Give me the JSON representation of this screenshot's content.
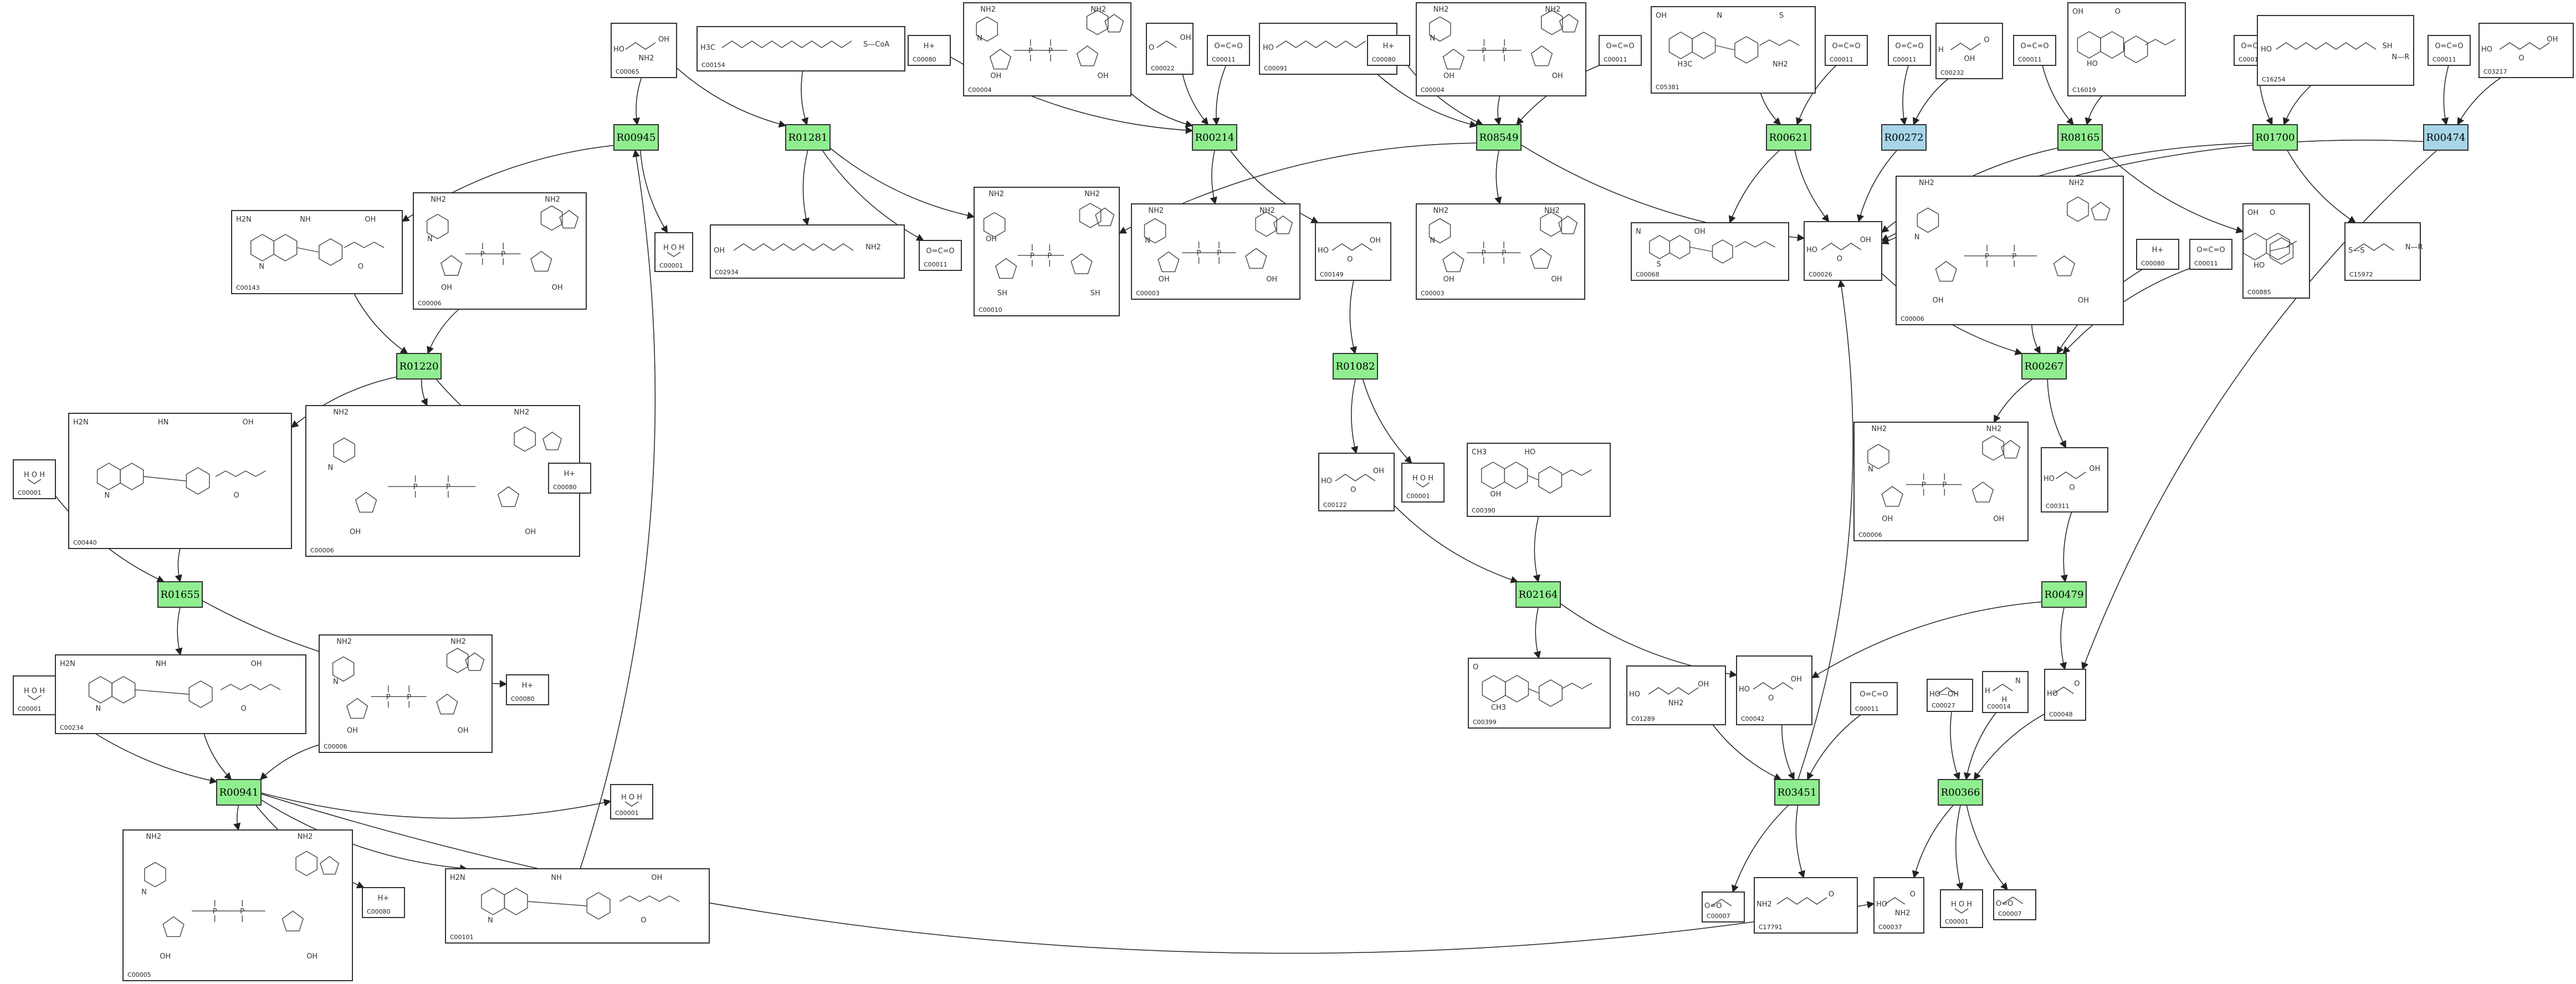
{
  "colors": {
    "reaction_default": "#90ee90",
    "reaction_highlight": "#a8d5e8",
    "edge": "#222222",
    "box_border": "#333333"
  },
  "reactions": [
    {
      "id": "R00945",
      "style": "green"
    },
    {
      "id": "R01281",
      "style": "green"
    },
    {
      "id": "R00214",
      "style": "green"
    },
    {
      "id": "R08549",
      "style": "green"
    },
    {
      "id": "R00621",
      "style": "green"
    },
    {
      "id": "R00272",
      "style": "blue"
    },
    {
      "id": "R08165",
      "style": "green"
    },
    {
      "id": "R01700",
      "style": "green"
    },
    {
      "id": "R00474",
      "style": "blue"
    },
    {
      "id": "R01220",
      "style": "green"
    },
    {
      "id": "R01082",
      "style": "green"
    },
    {
      "id": "R00267",
      "style": "green"
    },
    {
      "id": "R01655",
      "style": "green"
    },
    {
      "id": "R02164",
      "style": "green"
    },
    {
      "id": "R00479",
      "style": "green"
    },
    {
      "id": "R00941",
      "style": "green"
    },
    {
      "id": "R03451",
      "style": "green"
    },
    {
      "id": "R00366",
      "style": "green"
    }
  ],
  "compounds": [
    {
      "key": "c1",
      "id": "C00065",
      "kind": "aminoacid",
      "atoms": [
        "HO",
        "OH",
        "NH2"
      ]
    },
    {
      "key": "c2",
      "id": "C00154",
      "kind": "chain",
      "atoms": [
        "H3C",
        "S—CoA"
      ]
    },
    {
      "key": "c3",
      "id": "C00080",
      "kind": "proton",
      "atoms": [
        "H+"
      ]
    },
    {
      "key": "c4",
      "id": "C00004",
      "kind": "nucleotide",
      "atoms": [
        "NH2",
        "N",
        "O",
        "HO",
        "OH"
      ]
    },
    {
      "key": "c5",
      "id": "C00022",
      "kind": "small",
      "atoms": [
        "O",
        "OH"
      ]
    },
    {
      "key": "c6",
      "id": "C00011",
      "kind": "co2",
      "atoms": [
        "O=C=O"
      ]
    },
    {
      "key": "c7",
      "id": "C00091",
      "kind": "chain",
      "atoms": [
        "HO",
        "S—CoA"
      ]
    },
    {
      "key": "c8",
      "id": "C00080",
      "kind": "proton",
      "atoms": [
        "H+"
      ]
    },
    {
      "key": "c9",
      "id": "C00004",
      "kind": "nucleotide",
      "atoms": [
        "NH2",
        "N",
        "O",
        "HO",
        "OH"
      ]
    },
    {
      "key": "c10",
      "id": "C00011",
      "kind": "co2",
      "atoms": [
        "O=C=O"
      ]
    },
    {
      "key": "c11",
      "id": "C05381",
      "kind": "ring",
      "atoms": [
        "OH",
        "H3C",
        "N",
        "S",
        "NH2"
      ]
    },
    {
      "key": "c12",
      "id": "C00011",
      "kind": "co2",
      "atoms": [
        "O=C=O"
      ]
    },
    {
      "key": "c13",
      "id": "C00011",
      "kind": "co2",
      "atoms": [
        "O=C=O"
      ]
    },
    {
      "key": "c14",
      "id": "C00232",
      "kind": "small",
      "atoms": [
        "H",
        "O",
        "OH"
      ]
    },
    {
      "key": "c15",
      "id": "C00011",
      "kind": "co2",
      "atoms": [
        "O=C=O"
      ]
    },
    {
      "key": "c16",
      "id": "C16019",
      "kind": "ring",
      "atoms": [
        "OH",
        "HO",
        "O"
      ]
    },
    {
      "key": "c17",
      "id": "C00011",
      "kind": "co2",
      "atoms": [
        "O=C=O"
      ]
    },
    {
      "key": "c18",
      "id": "C16254",
      "kind": "chain",
      "atoms": [
        "HO",
        "SH",
        "N—R"
      ]
    },
    {
      "key": "c19",
      "id": "C00011",
      "kind": "co2",
      "atoms": [
        "O=C=O"
      ]
    },
    {
      "key": "c20",
      "id": "C03217",
      "kind": "small",
      "atoms": [
        "HO",
        "OH",
        "O"
      ]
    },
    {
      "key": "c21",
      "id": "C00143",
      "kind": "ring",
      "atoms": [
        "H2N",
        "N",
        "NH",
        "OH",
        "O"
      ]
    },
    {
      "key": "c22",
      "id": "C00006",
      "kind": "nucleotide",
      "atoms": [
        "NH2",
        "N",
        "O",
        "OH"
      ]
    },
    {
      "key": "c23",
      "id": "C00001",
      "kind": "water",
      "atoms": [
        "H",
        "O",
        "H"
      ]
    },
    {
      "key": "c24",
      "id": "C02934",
      "kind": "chain",
      "atoms": [
        "OH",
        "NH2"
      ]
    },
    {
      "key": "c25",
      "id": "C00011",
      "kind": "co2",
      "atoms": [
        "O=C=O"
      ]
    },
    {
      "key": "c26",
      "id": "C00010",
      "kind": "nucleotide",
      "atoms": [
        "NH2",
        "OH",
        "SH"
      ]
    },
    {
      "key": "c27",
      "id": "C00003",
      "kind": "nucleotide",
      "atoms": [
        "NH2",
        "N",
        "O",
        "OH"
      ]
    },
    {
      "key": "c28",
      "id": "C00149",
      "kind": "small",
      "atoms": [
        "HO",
        "OH",
        "O"
      ]
    },
    {
      "key": "c29",
      "id": "C00003",
      "kind": "nucleotide",
      "atoms": [
        "NH2",
        "N",
        "O",
        "OH"
      ]
    },
    {
      "key": "c30",
      "id": "C00068",
      "kind": "ring",
      "atoms": [
        "N",
        "S",
        "OH"
      ]
    },
    {
      "key": "c31",
      "id": "C00026",
      "kind": "small",
      "atoms": [
        "HO",
        "OH",
        "O"
      ]
    },
    {
      "key": "c32",
      "id": "C00006",
      "kind": "nucleotide",
      "atoms": [
        "NH2",
        "N",
        "O",
        "OH"
      ]
    },
    {
      "key": "c33",
      "id": "C00080",
      "kind": "proton",
      "atoms": [
        "H+"
      ]
    },
    {
      "key": "c34",
      "id": "C00011",
      "kind": "co2",
      "atoms": [
        "O=C=O"
      ]
    },
    {
      "key": "c35",
      "id": "C00885",
      "kind": "ring",
      "atoms": [
        "OH",
        "HO",
        "O"
      ]
    },
    {
      "key": "c36",
      "id": "C15972",
      "kind": "chain",
      "atoms": [
        "S—S",
        "N—R"
      ]
    },
    {
      "key": "c37",
      "id": "C00440",
      "kind": "ring",
      "atoms": [
        "H2N",
        "N",
        "HN",
        "OH",
        "O"
      ]
    },
    {
      "key": "c38",
      "id": "C00006",
      "kind": "nucleotide",
      "atoms": [
        "NH2",
        "N",
        "O",
        "OH"
      ]
    },
    {
      "key": "c39",
      "id": "C00080",
      "kind": "proton",
      "atoms": [
        "H+"
      ]
    },
    {
      "key": "c40",
      "id": "C00001",
      "kind": "water",
      "atoms": [
        "H",
        "O",
        "H"
      ]
    },
    {
      "key": "c41",
      "id": "C00122",
      "kind": "small",
      "atoms": [
        "HO",
        "OH",
        "O"
      ]
    },
    {
      "key": "c42",
      "id": "C00001",
      "kind": "water",
      "atoms": [
        "H",
        "O",
        "H"
      ]
    },
    {
      "key": "c43",
      "id": "C00390",
      "kind": "ring",
      "atoms": [
        "CH3",
        "OH",
        "HO"
      ]
    },
    {
      "key": "c44",
      "id": "C00006",
      "kind": "nucleotide",
      "atoms": [
        "NH2",
        "N",
        "O",
        "OH"
      ]
    },
    {
      "key": "c45",
      "id": "C00311",
      "kind": "small",
      "atoms": [
        "HO",
        "OH",
        "O"
      ]
    },
    {
      "key": "c46",
      "id": "C00001",
      "kind": "water",
      "atoms": [
        "H",
        "O",
        "H"
      ]
    },
    {
      "key": "c47",
      "id": "C00234",
      "kind": "ring",
      "atoms": [
        "H2N",
        "N",
        "NH",
        "OH",
        "O"
      ]
    },
    {
      "key": "c48",
      "id": "C00006",
      "kind": "nucleotide",
      "atoms": [
        "NH2",
        "N",
        "O",
        "OH"
      ]
    },
    {
      "key": "c49",
      "id": "C00080",
      "kind": "proton",
      "atoms": [
        "H+"
      ]
    },
    {
      "key": "c50",
      "id": "C00399",
      "kind": "ring",
      "atoms": [
        "O",
        "CH3"
      ]
    },
    {
      "key": "c51",
      "id": "C01289",
      "kind": "small",
      "atoms": [
        "HO",
        "OH",
        "NH2"
      ]
    },
    {
      "key": "c52",
      "id": "C00042",
      "kind": "small",
      "atoms": [
        "HO",
        "OH",
        "O"
      ]
    },
    {
      "key": "c53",
      "id": "C00011",
      "kind": "co2",
      "atoms": [
        "O=C=O"
      ]
    },
    {
      "key": "c54",
      "id": "C00027",
      "kind": "small",
      "atoms": [
        "HO—OH"
      ]
    },
    {
      "key": "c55",
      "id": "C00014",
      "kind": "small",
      "atoms": [
        "H",
        "N",
        "H"
      ]
    },
    {
      "key": "c56",
      "id": "C00048",
      "kind": "small",
      "atoms": [
        "HO",
        "O"
      ]
    },
    {
      "key": "c57",
      "id": "C00001",
      "kind": "water",
      "atoms": [
        "H",
        "O",
        "H"
      ]
    },
    {
      "key": "c58",
      "id": "C00005",
      "kind": "nucleotide",
      "atoms": [
        "NH2",
        "N",
        "O",
        "OH"
      ]
    },
    {
      "key": "c59",
      "id": "C00080",
      "kind": "proton",
      "atoms": [
        "H+"
      ]
    },
    {
      "key": "c60",
      "id": "C00101",
      "kind": "ring",
      "atoms": [
        "H2N",
        "N",
        "NH",
        "OH",
        "O"
      ]
    },
    {
      "key": "c61",
      "id": "C00007",
      "kind": "small",
      "atoms": [
        "O=O"
      ]
    },
    {
      "key": "c62",
      "id": "C17791",
      "kind": "small",
      "atoms": [
        "NH2",
        "O"
      ]
    },
    {
      "key": "c63",
      "id": "C00037",
      "kind": "small",
      "atoms": [
        "HO",
        "O",
        "NH2"
      ]
    },
    {
      "key": "c64",
      "id": "C00001",
      "kind": "water",
      "atoms": [
        "H",
        "O",
        "H"
      ]
    },
    {
      "key": "c65",
      "id": "C00007",
      "kind": "small",
      "atoms": [
        "O=O"
      ]
    }
  ]
}
